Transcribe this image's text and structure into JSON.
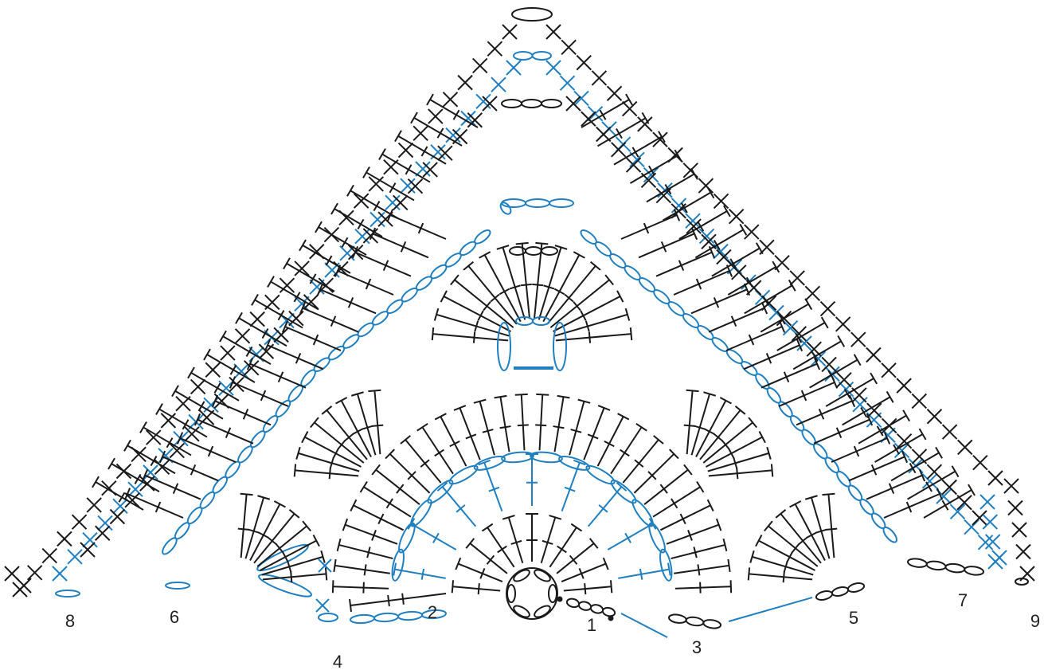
{
  "title": "",
  "colors": {
    "black": "#1a1a1a",
    "blue": "#1f7fc0",
    "background": "#ffffff"
  },
  "row_labels": {
    "r1": "1",
    "r2": "2",
    "r3": "3",
    "r4": "4",
    "r5": "5",
    "r6": "6",
    "r7": "7",
    "r8": "8",
    "r9": "9"
  },
  "symbols": [
    "chain-stitch",
    "single-crochet",
    "double-crochet",
    "treble-crochet",
    "slip-stitch",
    "magic-ring"
  ]
}
